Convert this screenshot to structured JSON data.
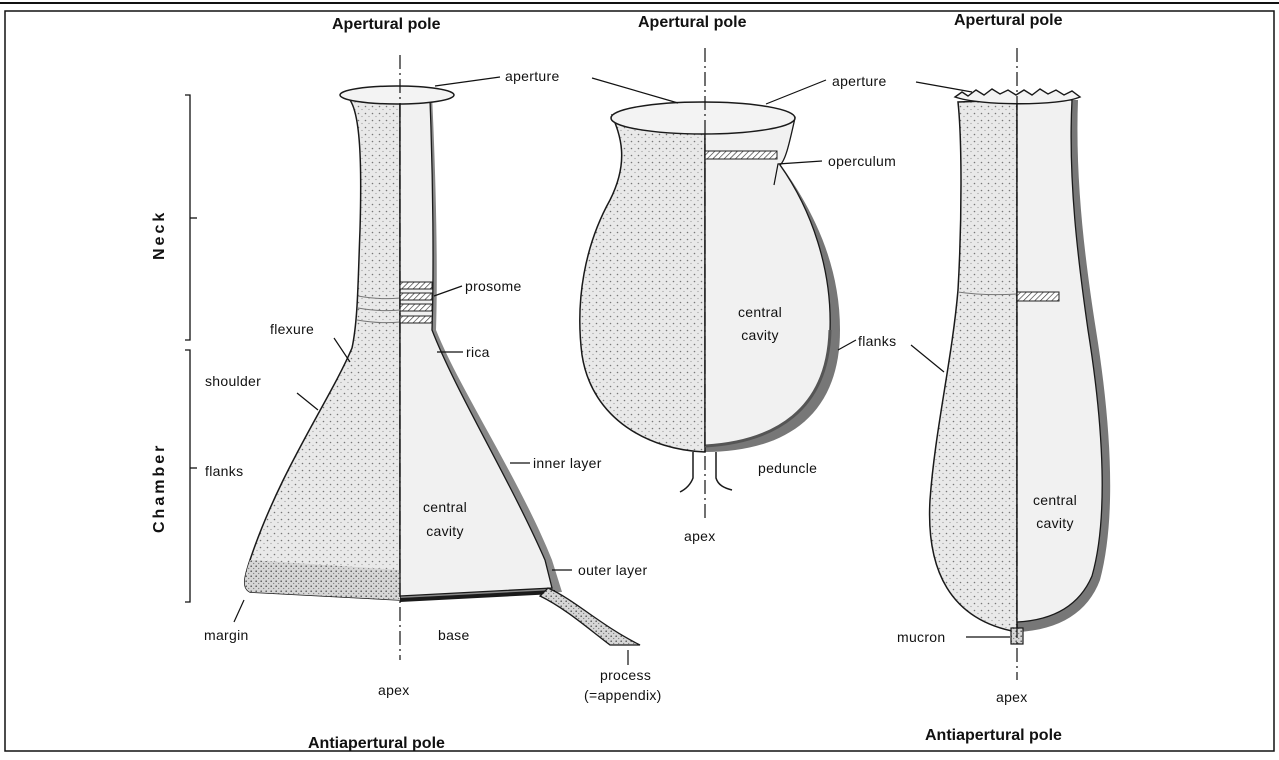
{
  "poles": {
    "left_top": "Apertural pole",
    "mid_top": "Apertural pole",
    "right_top": "Apertural pole",
    "left_bottom": "Antiapertural pole",
    "right_bottom": "Antiapertural pole"
  },
  "regions": {
    "neck": "Neck",
    "chamber": "Chamber"
  },
  "left_specimen": {
    "aperture": "aperture",
    "prosome": "prosome",
    "flexure": "flexure",
    "rica": "rica",
    "shoulder": "shoulder",
    "flanks": "flanks",
    "inner_layer": "inner layer",
    "central": "central",
    "cavity": "cavity",
    "outer_layer": "outer layer",
    "margin": "margin",
    "base": "base",
    "process": "process",
    "appendix": "(=appendix)",
    "apex": "apex"
  },
  "middle_specimen": {
    "operculum": "operculum",
    "central": "central",
    "cavity": "cavity",
    "flanks": "flanks",
    "peduncle": "peduncle",
    "apex": "apex"
  },
  "right_specimen": {
    "aperture": "aperture",
    "central": "central",
    "cavity": "cavity",
    "mucron": "mucron",
    "apex": "apex"
  },
  "colors": {
    "outline": "#1a1a1a",
    "body_fill": "#e6e6e6",
    "wall": "#8a8a8a"
  }
}
